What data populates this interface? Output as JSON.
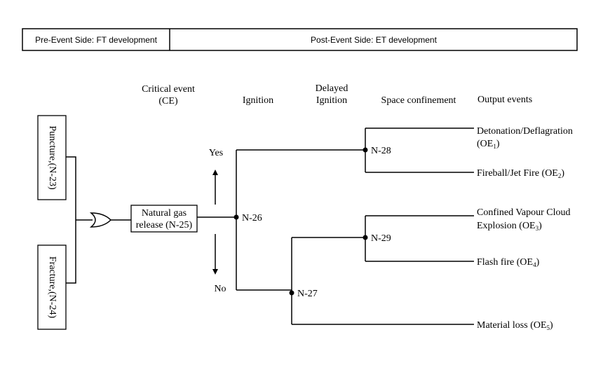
{
  "header": {
    "pre_event": "Pre-Event Side: FT development",
    "post_event": "Post-Event Side: ET development"
  },
  "columns": {
    "critical_event_line1": "Critical event",
    "critical_event_line2": "(CE)",
    "ignition": "Ignition",
    "delayed_line1": "Delayed",
    "delayed_line2": "Ignition",
    "space_confinement": "Space confinement",
    "output_events": "Output events"
  },
  "basic_events": {
    "puncture": "Puncture,(N-23)",
    "fracture": "Fracture,(N-24)"
  },
  "critical_event": {
    "line1": "Natural gas",
    "line2": "release (N-25)"
  },
  "branches": {
    "yes": "Yes",
    "no": "No"
  },
  "nodes": {
    "n26": "N-26",
    "n27": "N-27",
    "n28": "N-28",
    "n29": "N-29"
  },
  "outputs": {
    "oe1_line1": "Detonation/Deflagration",
    "oe1_line2_pre": "(OE",
    "oe1_sub": "1",
    "oe1_post": ")",
    "oe2_pre": "Fireball/Jet Fire (OE",
    "oe2_sub": "2",
    "oe2_post": ")",
    "oe3_line1": "Confined Vapour Cloud",
    "oe3_line2_pre": "Explosion (OE",
    "oe3_sub": "3",
    "oe3_post": ")",
    "oe4_pre": "Flash fire (OE",
    "oe4_sub": "4",
    "oe4_post": ")",
    "oe5_pre": "Material loss (OE",
    "oe5_sub": "5",
    "oe5_post": ")"
  }
}
